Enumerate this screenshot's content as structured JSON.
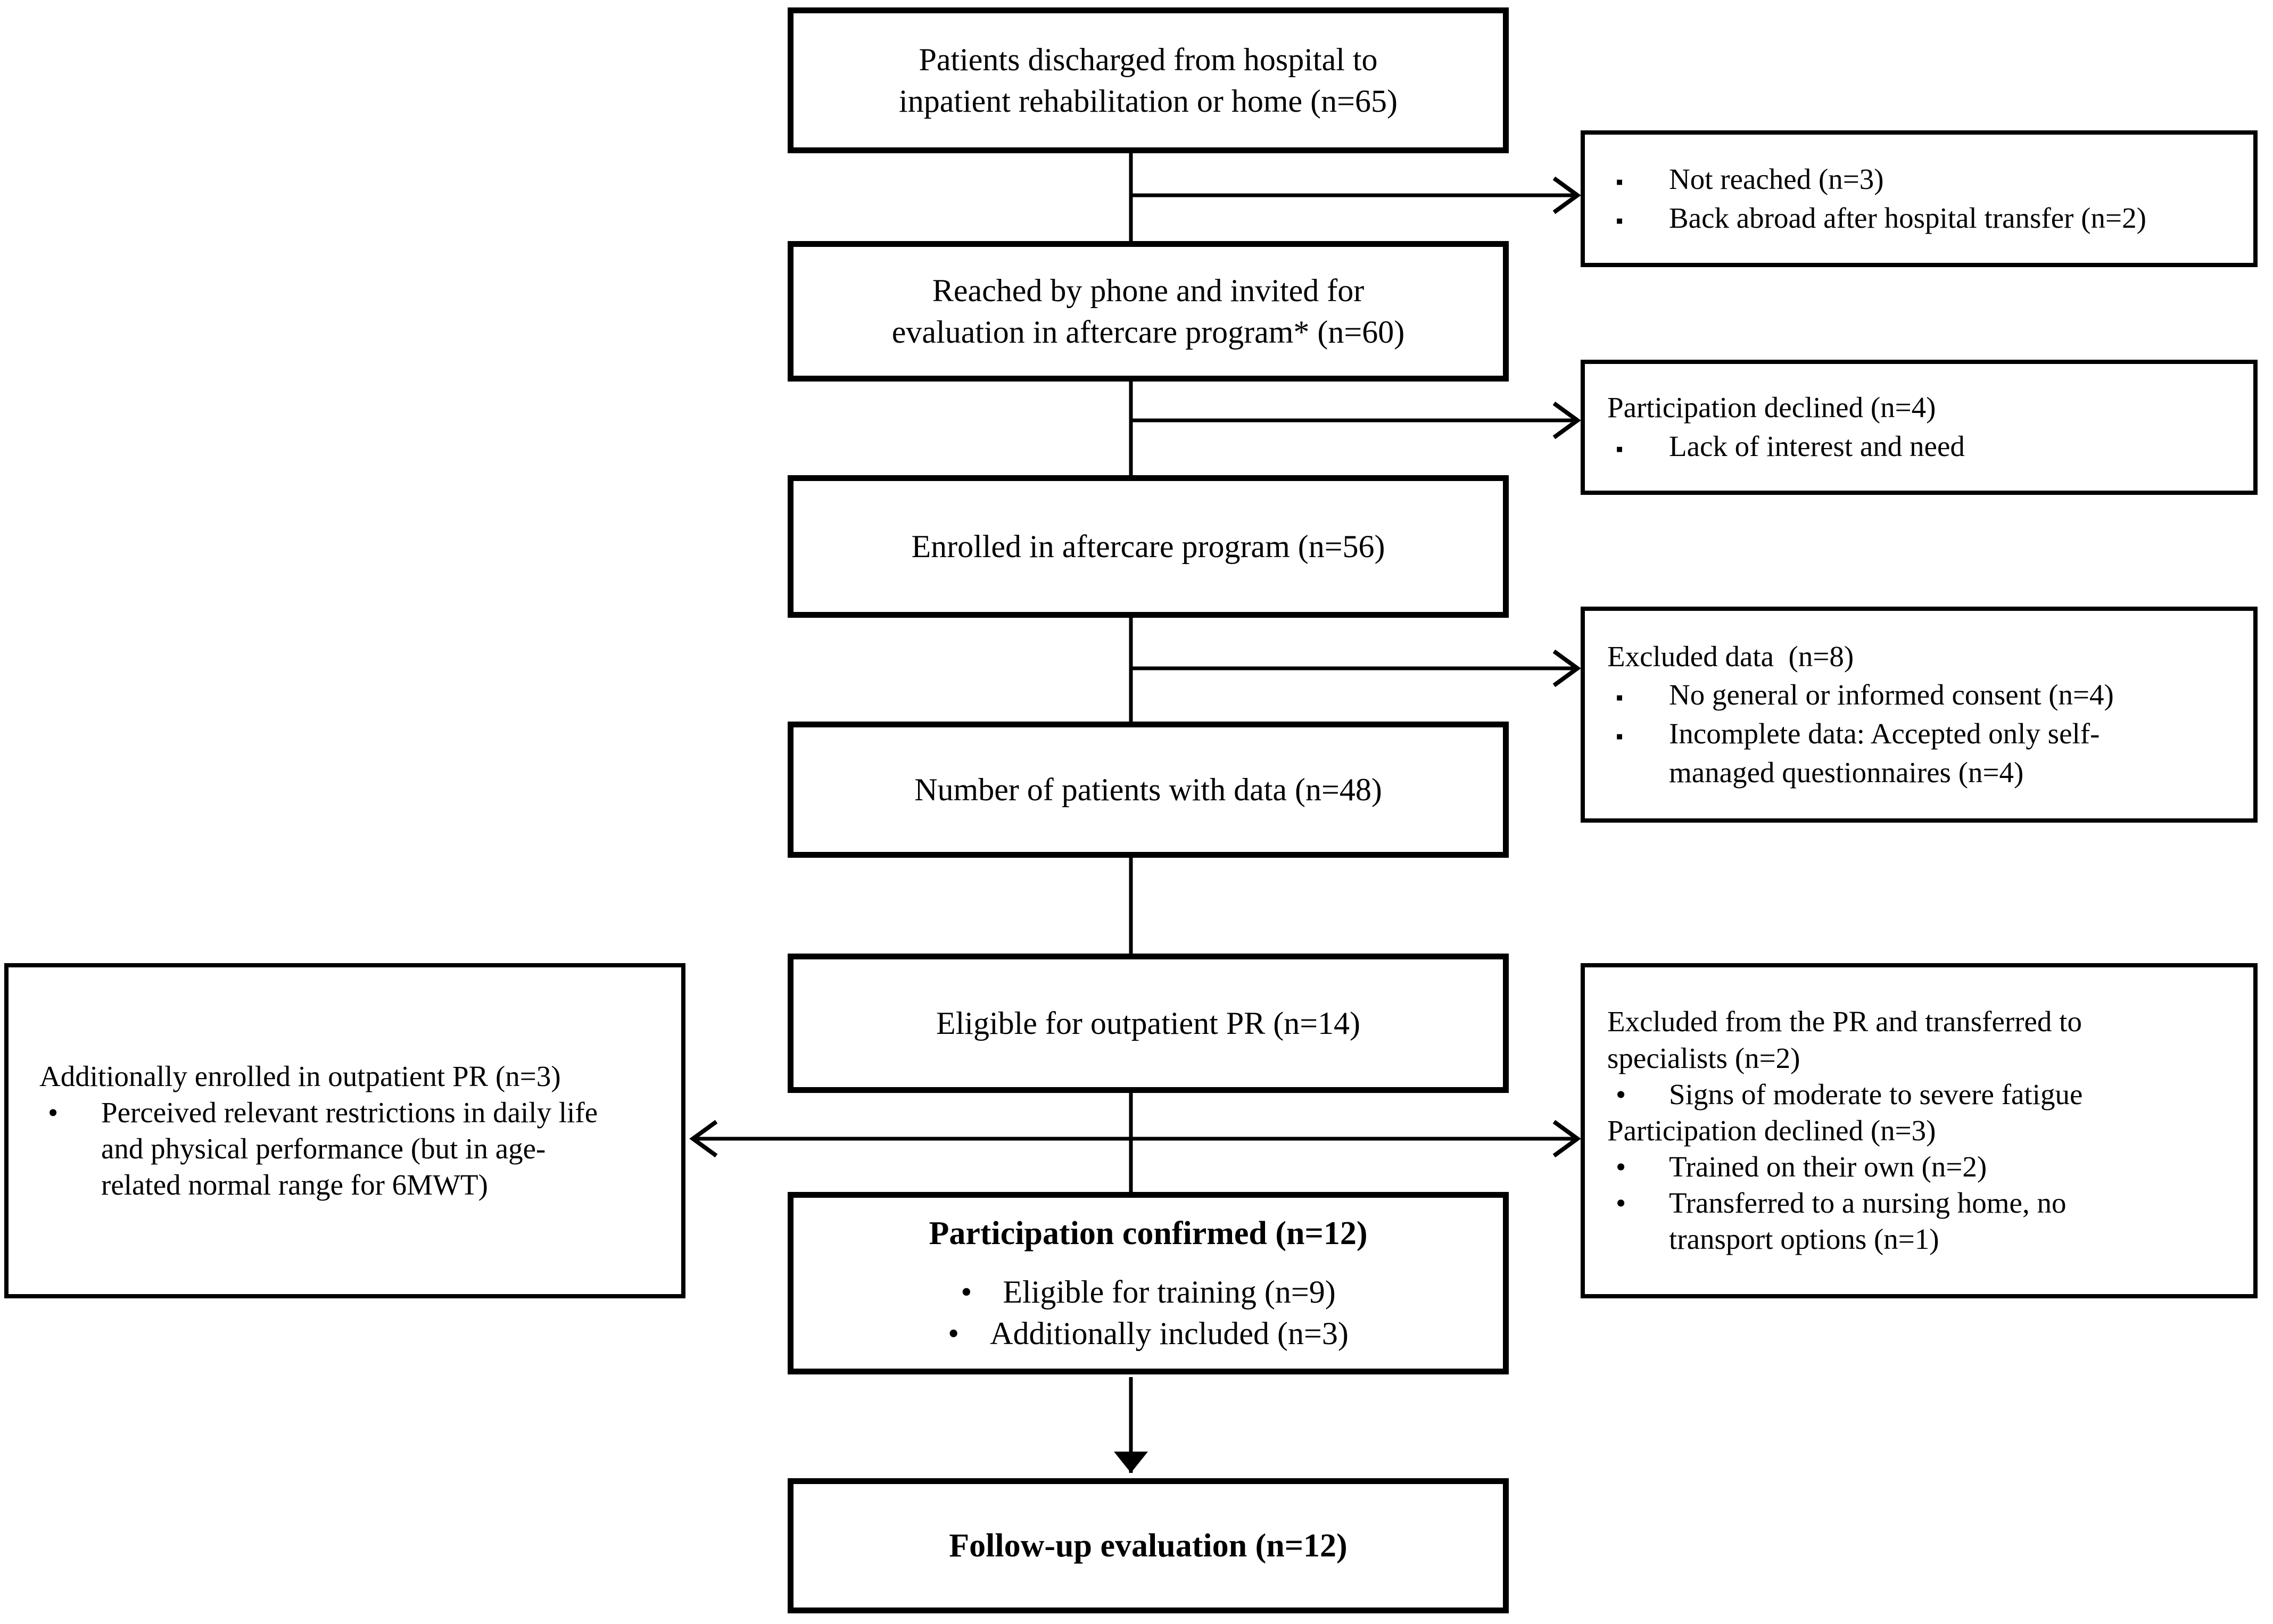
{
  "colors": {
    "ink": "#000000",
    "background": "#ffffff"
  },
  "glyphs": {
    "square_bullet": "▪",
    "round_bullet": "•"
  },
  "flow": {
    "discharged": {
      "l1": "Patients discharged from hospital to",
      "l2": "inpatient rehabilitation or home (n=65)"
    },
    "reached": {
      "l1": "Reached by phone and invited for",
      "l2": "evaluation in aftercare program* (n=60)"
    },
    "enrolled": {
      "l1": "Enrolled in aftercare program (n=56)"
    },
    "with_data": {
      "l1": "Number of patients with data (n=48)"
    },
    "eligible": {
      "l1": "Eligible for outpatient PR (n=14)"
    },
    "confirmed": {
      "title": "Participation confirmed (n=12)",
      "b1": "Eligible for training (n=9)",
      "b2": "Additionally included (n=3)"
    },
    "followup": {
      "title": "Follow-up evaluation (n=12)"
    },
    "not_reached": {
      "b1": "Not reached (n=3)",
      "b2": "Back abroad after hospital transfer (n=2)"
    },
    "declined_phone": {
      "title": "Participation declined (n=4)",
      "b1": "Lack of interest and need"
    },
    "excluded_data": {
      "title": "Excluded data  (n=8)",
      "b1": "No general or informed consent (n=4)",
      "b2_l1": "Incomplete data: Accepted only self-",
      "b2_l2": "managed questionnaires (n=4)"
    },
    "excluded_pr": {
      "t1_l1": "Excluded from the PR and transferred to",
      "t1_l2": "specialists (n=2)",
      "b1": "Signs of moderate to severe fatigue",
      "t2": "Participation declined (n=3)",
      "b2": "Trained on their own (n=2)",
      "b3_l1": "Transferred to a nursing home, no",
      "b3_l2": "transport options (n=1)"
    },
    "additional_pr": {
      "title": "Additionally enrolled in outpatient PR (n=3)",
      "b1_l1": "Perceived relevant restrictions in daily life",
      "b1_l2": "and physical performance (but in age-",
      "b1_l3": "related normal range for 6MWT)"
    }
  }
}
